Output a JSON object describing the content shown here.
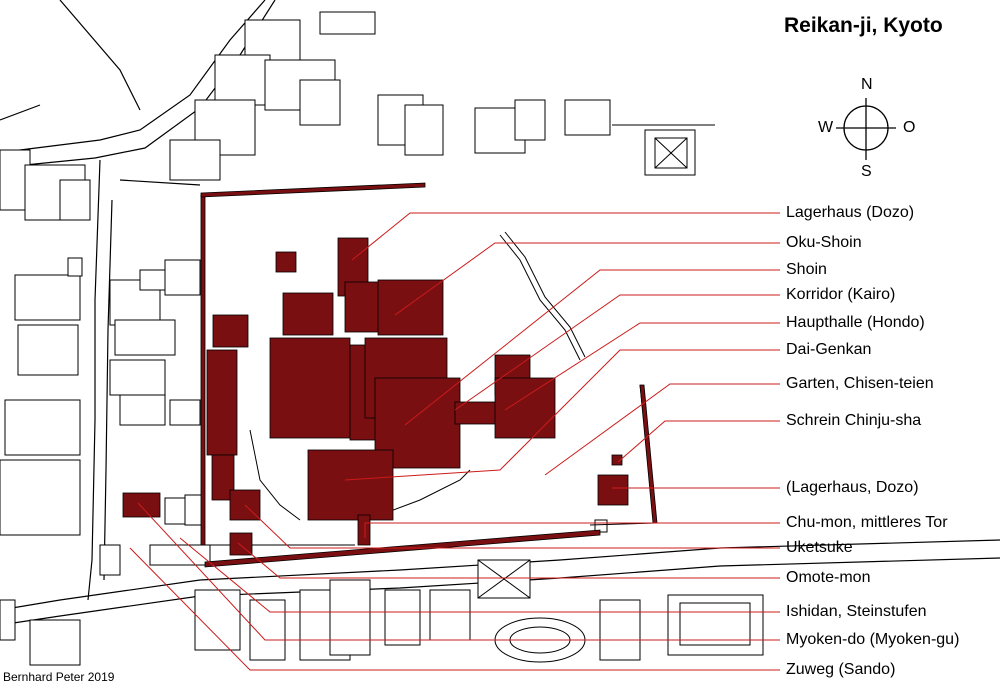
{
  "title": "Reikan-ji, Kyoto",
  "credit": "Bernhard Peter 2019",
  "compass": {
    "n": "N",
    "s": "S",
    "w": "W",
    "o": "O"
  },
  "colors": {
    "building": "#7a0f12",
    "leader": "#cc1b1b",
    "outline": "#000000"
  },
  "legend": [
    "Lagerhaus (Dozo)",
    "Oku-Shoin",
    "Shoin",
    "Korridor (Kairo)",
    "Haupthalle (Hondo)",
    "Dai-Genkan",
    "Garten, Chisen-teien",
    "Schrein Chinju-sha",
    "(Lagerhaus, Dozo)",
    "Chu-mon, mittleres Tor",
    "Uketsuke",
    "Omote-mon",
    "Ishidan, Steinstufen",
    "Myoken-do (Myoken-gu)",
    "Zuweg (Sando)"
  ]
}
